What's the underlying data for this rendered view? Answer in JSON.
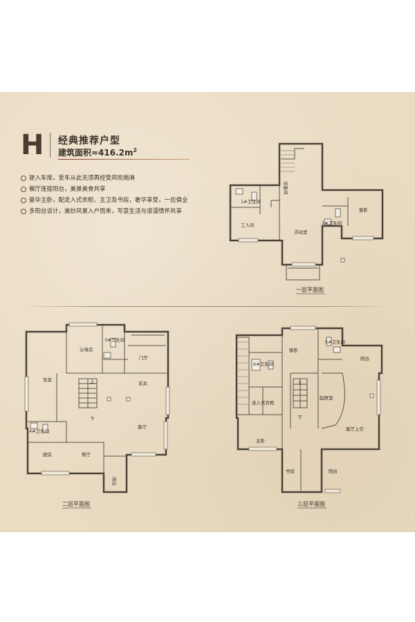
{
  "header": {
    "letter": "H",
    "title": "经典推荐户型",
    "area_label": "建筑面积≈416.2m",
    "area_sup": "2"
  },
  "features": [
    "驶入车库，爱车从此无须再经受风吹雨淋",
    "餐厅连接阳台，美景美食共享",
    "豪华主卧，配走入式衣柜、主卫及书房，奢华享受，一应俱全",
    "多阳台设计，美妙风景入户而来，写意生活与浪漫情怀共享"
  ],
  "floors": {
    "floor1": {
      "caption": "一层平面图",
      "rooms": {
        "storage": "设备间",
        "wc1": "1#卫生间",
        "worker": "工人间",
        "activity": "活动室",
        "wc2": "2#卫生间",
        "guest": "客卧"
      }
    },
    "floor2": {
      "caption": "二层平面图",
      "rooms": {
        "parents": "父母房",
        "wc3": "3#卫生间",
        "foyer_room": "门厅",
        "garage": "车库",
        "entry": "玄关",
        "living": "客厅",
        "wc4": "4#卫生间",
        "kitchen": "厨房",
        "dining": "餐厅",
        "balcony": "阳台",
        "up": "上",
        "down": "下"
      }
    },
    "floor3": {
      "caption": "三层平面图",
      "rooms": {
        "guest": "客卧",
        "wc5": "5#卫生间",
        "balcony_a": "阳台",
        "wc6": "6#卫生间",
        "family": "起居室",
        "closet": "走入式衣柜",
        "master": "主卧",
        "living_upper": "客厅上空",
        "study": "书房",
        "balcony_b": "阳台",
        "up": "上",
        "down": "下"
      }
    }
  }
}
